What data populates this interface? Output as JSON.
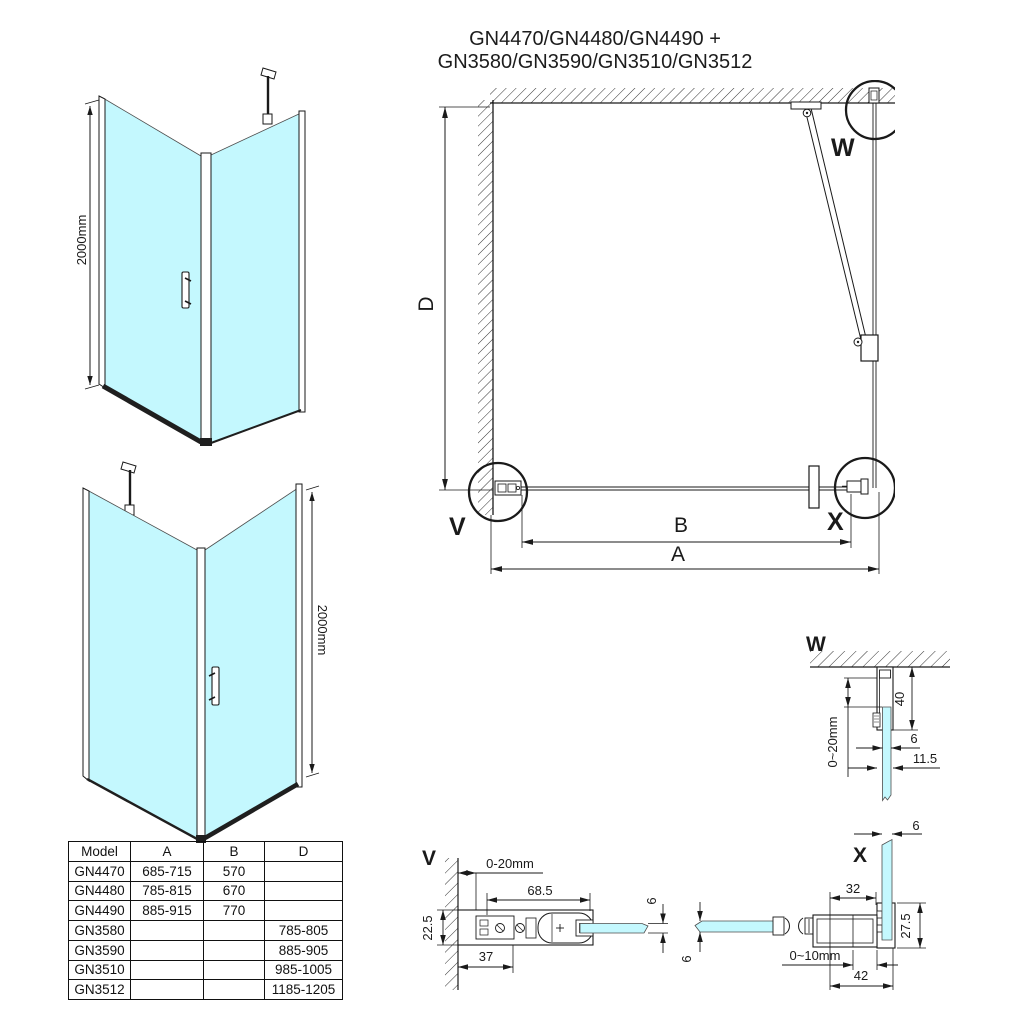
{
  "title": "GN4470/GN4480/GN4490 + GN3580/GN3590/GN3510/GN3512",
  "colors": {
    "glass": "#c4f8fe",
    "line": "#1a1a1a"
  },
  "iso_top": {
    "height": "2000mm"
  },
  "iso_bottom": {
    "height": "2000mm"
  },
  "plan": {
    "d": "D",
    "b": "B",
    "a": "A",
    "w": "W",
    "v": "V",
    "x": "X"
  },
  "detail_w": {
    "label": "W",
    "gap": "0~20mm",
    "forty": "40",
    "six": "6",
    "eleven_five": "11.5"
  },
  "detail_v": {
    "label": "V",
    "gap": "0-20mm",
    "len": "68.5",
    "depth": "22.5",
    "thirty_seven": "37",
    "six": "6"
  },
  "detail_x": {
    "label": "X",
    "six_top": "6",
    "six_left": "6",
    "thirty_two": "32",
    "twenty_seven_five": "27.5",
    "gap": "0~10mm",
    "forty_two": "42"
  },
  "table": {
    "headers": [
      "Model",
      "A",
      "B",
      "D"
    ],
    "rows": [
      {
        "model": "GN4470",
        "a": "685-715",
        "b": "570",
        "d": ""
      },
      {
        "model": "GN4480",
        "a": "785-815",
        "b": "670",
        "d": ""
      },
      {
        "model": "GN4490",
        "a": "885-915",
        "b": "770",
        "d": ""
      },
      {
        "model": "GN3580",
        "a": "",
        "b": "",
        "d": "785-805"
      },
      {
        "model": "GN3590",
        "a": "",
        "b": "",
        "d": "885-905"
      },
      {
        "model": "GN3510",
        "a": "",
        "b": "",
        "d": "985-1005"
      },
      {
        "model": "GN3512",
        "a": "",
        "b": "",
        "d": "1185-1205"
      }
    ]
  }
}
